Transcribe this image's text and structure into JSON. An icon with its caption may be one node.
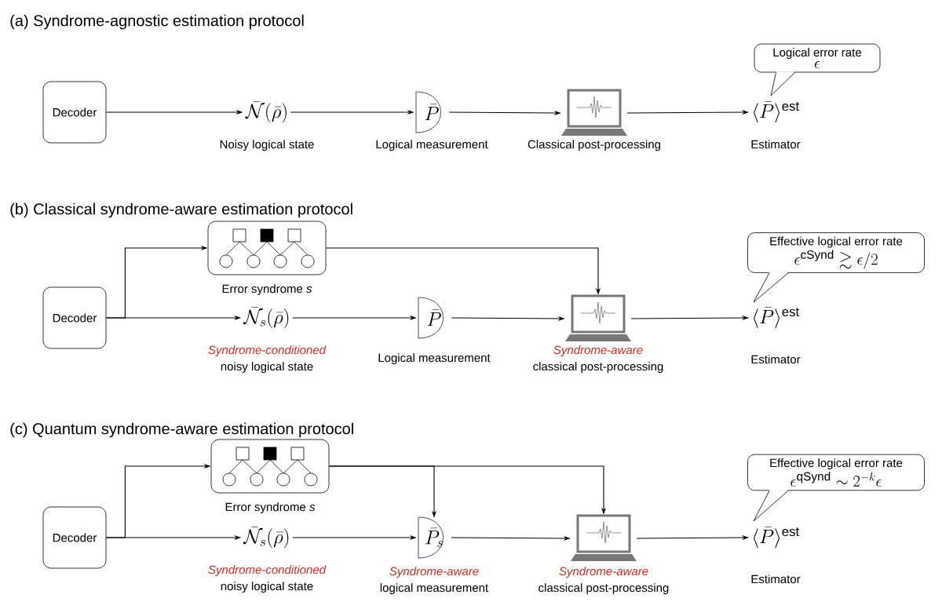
{
  "diagram": {
    "nodes": [
      {
        "text": [
          "Decoder"
        ]
      },
      {
        "text": [
          "\\bar{\\mathcal{N}}(\\bar{\\rho})"
        ],
        "beside": [
          "Noisy logical state"
        ]
      },
      {
        "text": [
          "\\bar{P}"
        ],
        "beside": [
          "Logical measurement"
        ]
      },
      {
        "text": [],
        "shape": "picture",
        "beside": [
          "Classical post-processing"
        ]
      },
      {
        "text": [
          "Logical error rate",
          "\\epsilon"
        ]
      },
      {
        "text": [
          "\\langle\\bar{P}\\rangle^{\\mathrm{est}}"
        ],
        "beside": [
          "Estimator"
        ]
      },
      {
        "text": [
          "Decoder"
        ]
      },
      {
        "text": [],
        "shape": "box",
        "beside": [
          "Error syndrome *s*"
        ]
      },
      {
        "text": [
          "\\bar{\\mathcal{N}}_{s}(\\bar{\\rho})"
        ],
        "beside": [
          "Syndrome-conditioned",
          "noisy logical state"
        ]
      },
      {
        "text": [
          "\\bar{P}"
        ],
        "beside": [
          "Logical measurement"
        ]
      },
      {
        "text": [],
        "shape": "picture",
        "beside": [
          "Syndrome-aware",
          "classical post-processing"
        ]
      },
      {
        "text": [
          "Effective logical error rate",
          "\\epsilon^{\\mathrm{cSynd}} \\gtrsim \\epsilon/2"
        ]
      },
      {
        "text": [
          "\\langle\\bar{P}\\rangle^{\\mathrm{est}}"
        ],
        "beside": [
          "Estimator"
        ]
      },
      {
        "text": [
          "Decoder"
        ]
      },
      {
        "text": [],
        "shape": "box",
        "beside": [
          "Error syndrome *s*"
        ]
      },
      {
        "text": [
          "\\bar{\\mathcal{N}}_{s}(\\bar{\\rho})"
        ],
        "beside": [
          "Syndrome-conditioned",
          "noisy logical state"
        ]
      },
      {
        "text": [
          "\\bar{P}_{s}"
        ],
        "beside": [
          "Syndrome-aware",
          "logical measurement"
        ]
      },
      {
        "text": [],
        "shape": "picture",
        "beside": [
          "Syndrome-aware",
          "classical post-processing"
        ]
      },
      {
        "text": [
          "Effective logical error rate",
          "\\epsilon^{\\mathrm{qSynd}} \\sim 2^{-k}\\epsilon"
        ]
      },
      {
        "text": [
          "\\langle\\bar{P}\\rangle^{\\mathrm{est}}"
        ],
        "beside": [
          "Estimator"
        ]
      }
    ],
    "edges": [
      {
        "from": 0,
        "to": 1,
        "arrow": "to"
      },
      {
        "from": 1,
        "to": 2,
        "arrow": "to"
      },
      {
        "from": 2,
        "to": 3,
        "arrow": "to"
      },
      {
        "from": 3,
        "to": 5,
        "arrow": "to"
      },
      {
        "from": 6,
        "to": 7,
        "arrow": "to"
      },
      {
        "from": 6,
        "to": 8,
        "arrow": "to"
      },
      {
        "from": 7,
        "to": 10,
        "arrow": "to"
      },
      {
        "from": 8,
        "to": 9,
        "arrow": "to"
      },
      {
        "from": 9,
        "to": 10,
        "arrow": "to"
      },
      {
        "from": 10,
        "to": 12,
        "arrow": "to"
      },
      {
        "from": 13,
        "to": 14,
        "arrow": "to"
      },
      {
        "from": 13,
        "to": 15,
        "arrow": "to"
      },
      {
        "from": 14,
        "to": 16,
        "arrow": "to"
      },
      {
        "from": 14,
        "to": 17,
        "arrow": "to"
      },
      {
        "from": 15,
        "to": 16,
        "arrow": "to"
      },
      {
        "from": 16,
        "to": 17,
        "arrow": "to"
      },
      {
        "from": 17,
        "to": 19,
        "arrow": "to"
      }
    ],
    "labels": [
      "(a) Syndrome-agnostic estimation protocol",
      "(b) Classical syndrome-aware estimation protocol",
      "(c) Quantum syndrome-aware estimation protocol"
    ]
  }
}
